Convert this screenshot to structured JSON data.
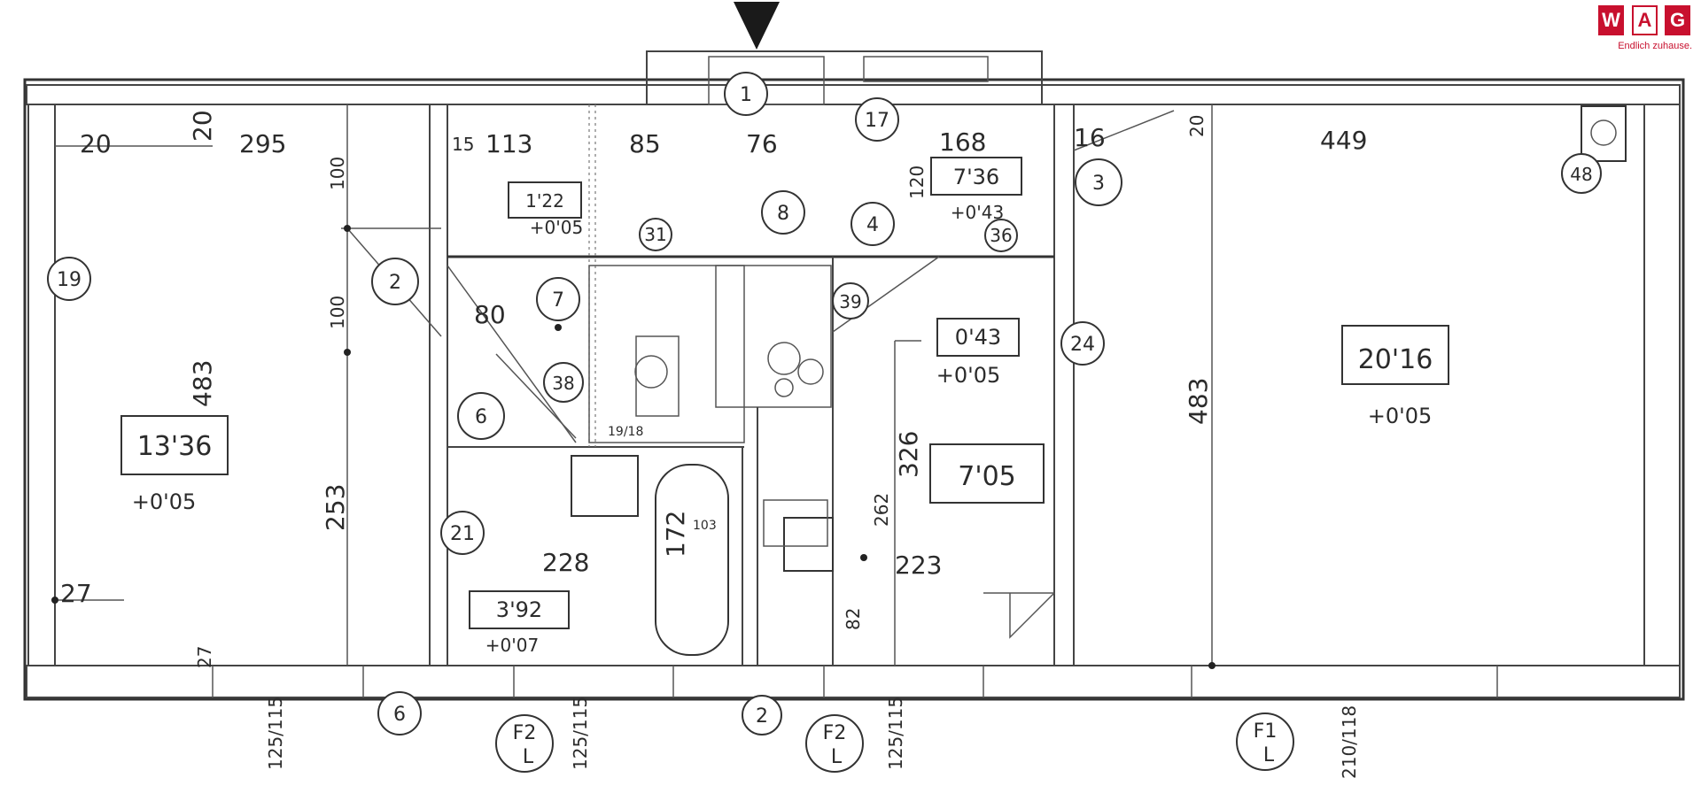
{
  "logo": {
    "letters": [
      "W",
      "A",
      "G"
    ],
    "tagline": "Endlich zuhause.",
    "brand_color": "#c8102e"
  },
  "entrance_marker": "triangle-down-icon",
  "rooms": [
    {
      "key": "living",
      "area": "20'16",
      "level": "+0'05"
    },
    {
      "key": "bedroom",
      "area": "13'36",
      "level": "+0'05"
    },
    {
      "key": "kitchen",
      "area": "7'05",
      "level": ""
    },
    {
      "key": "hall",
      "area": "7'36",
      "level": "+0'43"
    },
    {
      "key": "corridor",
      "area": "0'43",
      "level": "+0'05"
    },
    {
      "key": "bath",
      "area": "3'92",
      "level": "+0'07"
    },
    {
      "key": "wc",
      "area": "1'22",
      "level": "+0'05"
    }
  ],
  "dimensions": {
    "top": [
      "20",
      "20",
      "295",
      "15",
      "113",
      "85",
      "76",
      "168",
      "16",
      "20",
      "449"
    ],
    "left_vertical": [
      "483",
      "253",
      "100",
      "100",
      "27",
      "27"
    ],
    "right_vertical": [
      "483",
      "326",
      "262",
      "120",
      "172",
      "82"
    ],
    "misc": [
      "80",
      "228",
      "223",
      "103",
      "19/18"
    ],
    "bottom": [
      "125/115",
      "125/115",
      "125/115",
      "210/118"
    ]
  },
  "circle_numbers": [
    "1",
    "2",
    "3",
    "4",
    "6",
    "6",
    "7",
    "8",
    "17",
    "19",
    "21",
    "24",
    "31",
    "38",
    "39",
    "36",
    "48",
    "2"
  ],
  "window_labels": [
    {
      "top": "F2",
      "bottom": "L"
    },
    {
      "top": "F2",
      "bottom": "L"
    },
    {
      "top": "F1",
      "bottom": "L"
    }
  ]
}
